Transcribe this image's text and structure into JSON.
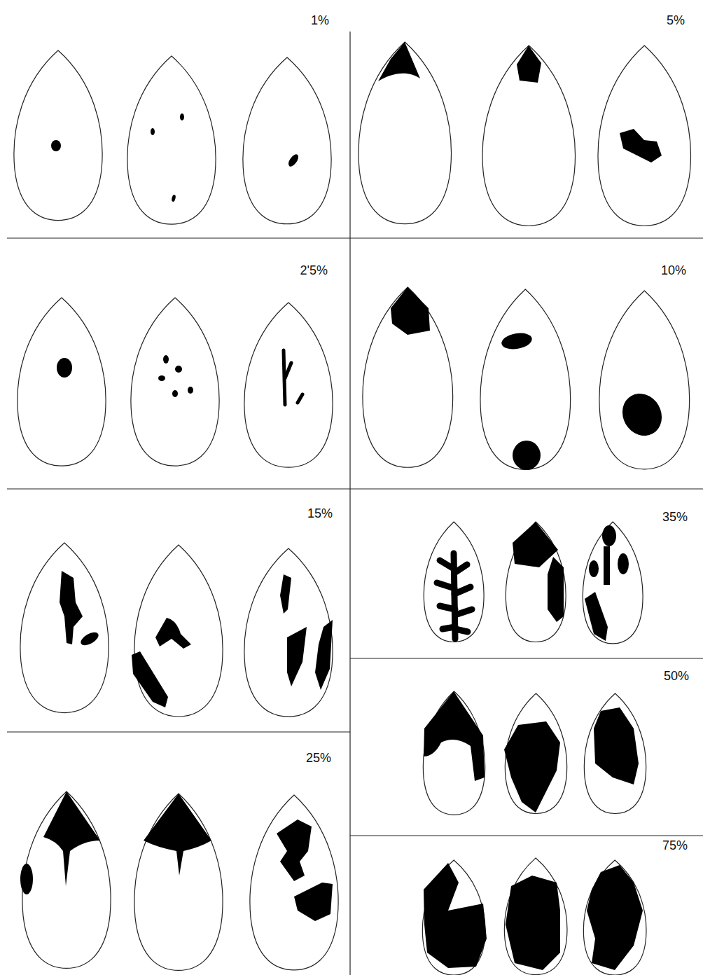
{
  "diagram": {
    "labels": [
      "1%",
      "5%",
      "2'5%",
      "10%",
      "15%",
      "35%",
      "50%",
      "25%",
      "75%"
    ]
  }
}
